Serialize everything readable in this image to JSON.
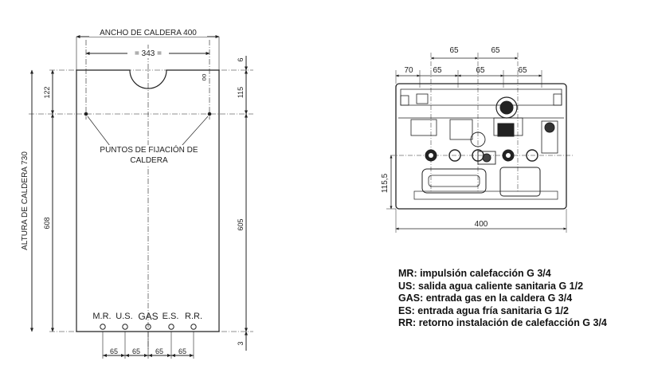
{
  "left_view": {
    "width_label": "ANCHO  DE  CALDERA  400",
    "inner_width_label": "= 343 =",
    "height_label": "ALTURA  DE  CALDERA  730",
    "dim_608": "608",
    "dim_122": "122",
    "dim_6": "6",
    "dim_115": "115",
    "dim_605": "605",
    "dim_3": "3",
    "oo_mark": "oo",
    "fixing_points_line1": "PUNTOS DE FIJACIÓN DE",
    "fixing_points_line2": "CALDERA",
    "connections": [
      "M.R.",
      "U.S.",
      "GAS",
      "E.S.",
      "R.R."
    ],
    "bottom_spacings": [
      "65",
      "65",
      "65",
      "65"
    ]
  },
  "right_view": {
    "top_dims": {
      "d70": "70",
      "d65_a": "65",
      "d65_b": "65",
      "d65_c": "65",
      "d65_d": "65"
    },
    "height_dim": "115,5",
    "width_dim": "400"
  },
  "legend": [
    "MR: impulsión calefacción G 3/4",
    "US: salida agua caliente sanitaria G 1/2",
    "GAS: entrada gas en la caldera G 3/4",
    "ES: entrada agua fría sanitaria G 1/2",
    "RR: retorno instalación de calefacción G 3/4"
  ]
}
